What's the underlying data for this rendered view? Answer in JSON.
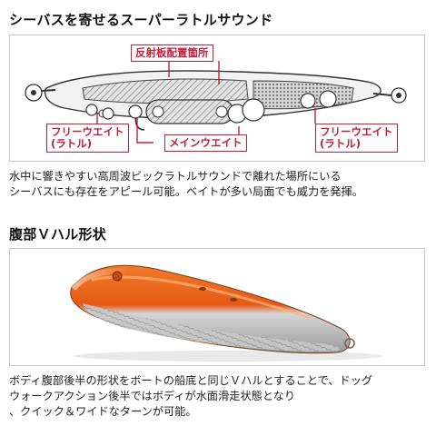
{
  "section1": {
    "heading": "シーバスを寄せるスーパーラトルサウンド",
    "labels": {
      "reflector": "反射板配置箇所",
      "free_weight_line1": "フリーウエイト",
      "free_weight_line2": "(ラトル)",
      "main_weight": "メインウエイト"
    },
    "description_line1": "水中に響きやすい高周波ビックラトルサウンドで離れた場所にいる",
    "description_line2": "シーバスにも存在をアピール可能。ベイトが多い局面でも威力を発揮。"
  },
  "section2": {
    "heading": "腹部Ｖハル形状",
    "description_line1": "ボディ腹部後半の形状をボートの船底と同じＶハルとすることで、ドッグ",
    "description_line2": "ウォークアクション後半ではボディが水面滑走状態となり",
    "description_line3": "、クイック＆ワイドなターンが可能。"
  },
  "colors": {
    "accent_red": "#c41e3a",
    "lure_orange": "#e8621a",
    "hatch_gray": "#9a9a9a"
  }
}
